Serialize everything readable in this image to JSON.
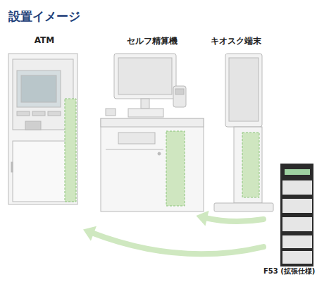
{
  "diagram": {
    "title": "設置イメージ",
    "nodes": [
      {
        "text": [
          "ATM"
        ]
      },
      {
        "text": [
          "セルフ精算機"
        ]
      },
      {
        "text": [
          "キオスク端末"
        ]
      },
      {
        "text": [
          "F53 (拡張仕様)"
        ]
      }
    ],
    "edges": [
      {
        "from": 3,
        "to": 0,
        "arrow": "to"
      },
      {
        "from": 3,
        "to": 1,
        "arrow": "to"
      }
    ]
  }
}
